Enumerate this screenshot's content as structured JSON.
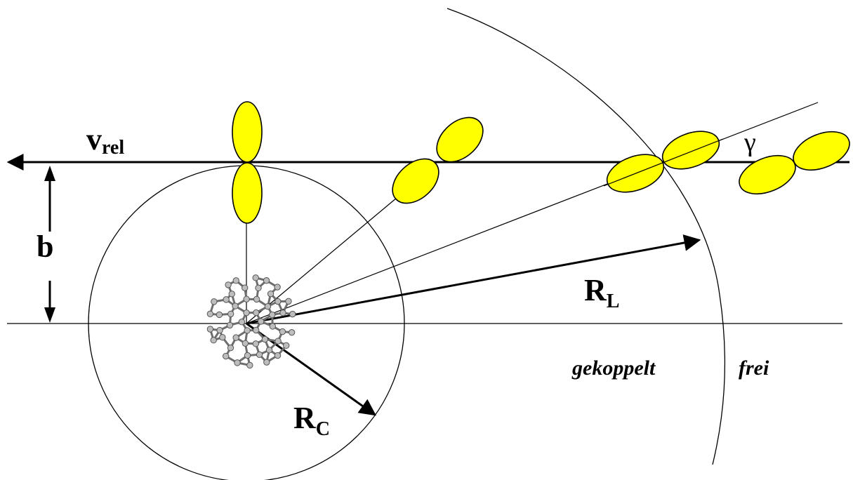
{
  "labels": {
    "v_main": "v",
    "v_sub": "rel",
    "b": "b",
    "rl_main": "R",
    "rl_sub": "L",
    "rc_main": "R",
    "rc_sub": "C",
    "gamma": "γ",
    "coupled": "gekoppelt",
    "free": "frei"
  },
  "colors": {
    "line": "#000000",
    "lobe_fill": "#ffff00",
    "molecule": "#8a8a8a"
  },
  "icons": {
    "molecule": "fullerene-c60-icon"
  }
}
